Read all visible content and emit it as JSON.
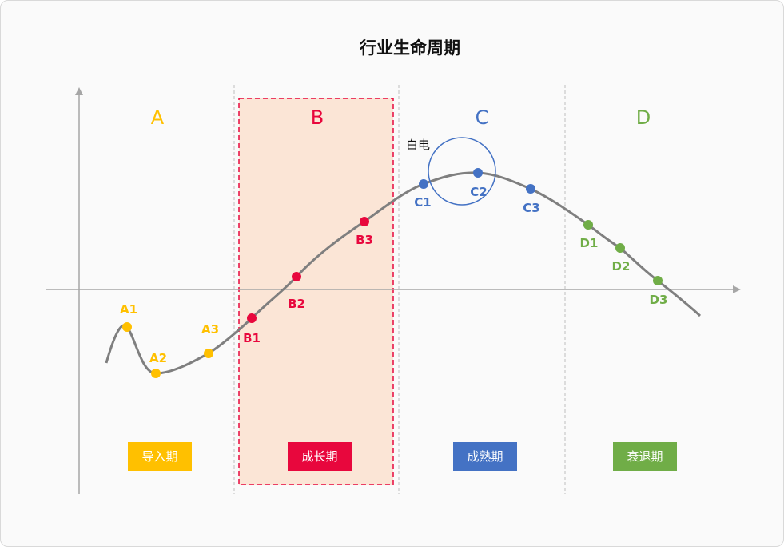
{
  "title": "行业生命周期",
  "colors": {
    "A": "#FFC000",
    "B": "#E8073D",
    "C": "#4472C4",
    "D": "#70AD47",
    "curve": "#7f7f7f",
    "axis": "#a6a6a6",
    "highlight_fill": "#fbe5d6",
    "highlight_border": "#e8073d"
  },
  "phases": [
    {
      "letter": "A",
      "stage": "导入期",
      "color": "#FFC000"
    },
    {
      "letter": "B",
      "stage": "成长期",
      "color": "#E8073D",
      "highlighted": true
    },
    {
      "letter": "C",
      "stage": "成熟期",
      "color": "#4472C4"
    },
    {
      "letter": "D",
      "stage": "衰退期",
      "color": "#70AD47"
    }
  ],
  "points": [
    {
      "label": "A1",
      "phase": "A"
    },
    {
      "label": "A2",
      "phase": "A"
    },
    {
      "label": "A3",
      "phase": "A"
    },
    {
      "label": "B1",
      "phase": "B"
    },
    {
      "label": "B2",
      "phase": "B"
    },
    {
      "label": "B3",
      "phase": "B"
    },
    {
      "label": "C1",
      "phase": "C"
    },
    {
      "label": "C2",
      "phase": "C"
    },
    {
      "label": "C3",
      "phase": "C"
    },
    {
      "label": "D1",
      "phase": "D"
    },
    {
      "label": "D2",
      "phase": "D"
    },
    {
      "label": "D3",
      "phase": "D"
    }
  ],
  "annotation": {
    "text": "白电",
    "target": "C2"
  }
}
